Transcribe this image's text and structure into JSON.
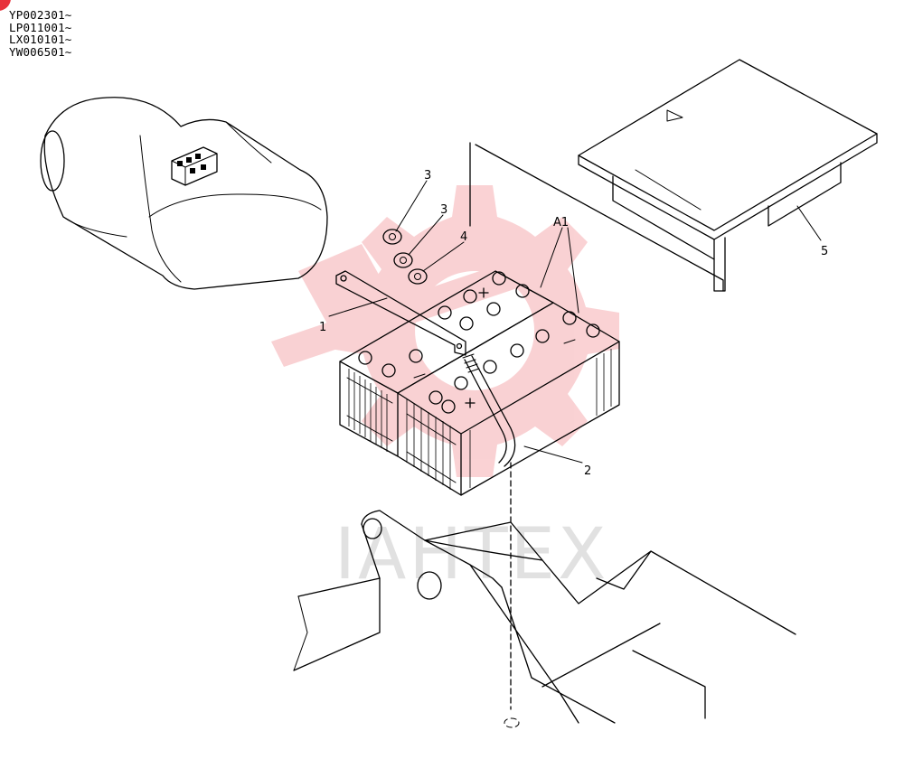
{
  "serials": [
    "YP002301∼",
    "LP011001∼",
    "LX010101∼",
    "YW006501∼"
  ],
  "watermark": {
    "text": "IAHTEX",
    "color": "#e8323c"
  },
  "callouts": {
    "p1": "1",
    "p2": "2",
    "p3a": "3",
    "p3b": "3",
    "p4": "4",
    "p5": "5",
    "a1": "A1"
  },
  "icons": {
    "corner_badge": "red-circle-icon",
    "watermark_gear": "gear-icon"
  }
}
